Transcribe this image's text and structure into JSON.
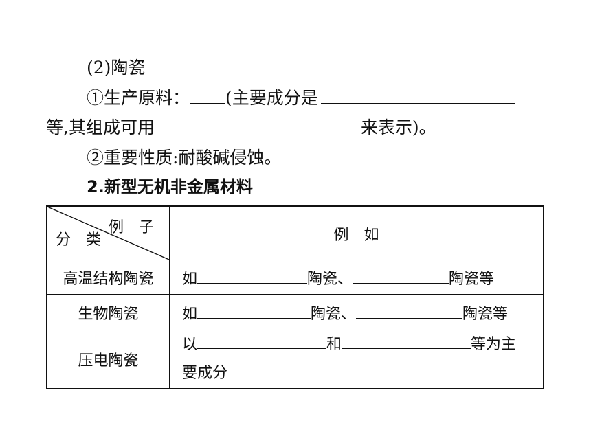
{
  "section_1": {
    "heading": "(2)陶瓷",
    "item1_prefix": "①生产原料：",
    "item1_mid": "(主要成分是",
    "item1_line2_start": "等,其组成可用",
    "item1_line2_end": "来表示)。",
    "item2": "②重要性质:耐酸碱侵蚀。"
  },
  "section_2": {
    "heading": "2.新型无机非金属材料"
  },
  "table": {
    "header_example": "例　子",
    "header_category": "分　类",
    "header_column": "例　如",
    "rows": [
      {
        "category": "高温结构陶瓷",
        "prefix": "如",
        "mid": "陶瓷、",
        "end": "陶瓷等"
      },
      {
        "category": "生物陶瓷",
        "prefix": "如",
        "mid": "陶瓷、",
        "end": "陶瓷等"
      },
      {
        "category": "压电陶瓷",
        "prefix": "以",
        "mid": "和",
        "end": "等为主",
        "line2": "要成分"
      }
    ]
  }
}
